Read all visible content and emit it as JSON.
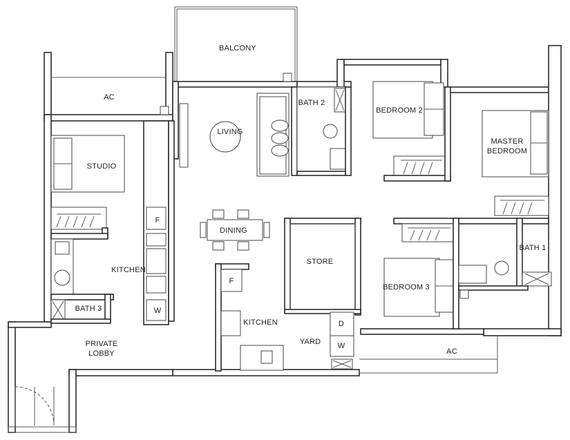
{
  "rooms": {
    "balcony": "BALCONY",
    "ac_top": "AC",
    "bath2": "BATH 2",
    "bedroom2": "BEDROOM 2",
    "master_line1": "MASTER",
    "master_line2": "BEDROOM",
    "living": "LIVING",
    "studio": "STUDIO",
    "dining": "DINING",
    "store": "STORE",
    "bedroom3": "BEDROOM 3",
    "bath1": "BATH 1",
    "kitchen_left": "KITCHEN",
    "bath3": "BATH 3",
    "kitchen_mid": "KITCHEN",
    "yard": "YARD",
    "ac_bottom": "AC",
    "lobby_line1": "PRIVATE",
    "lobby_line2": "LOBBY"
  },
  "appliances": {
    "fridge_left": "F",
    "washer_left": "W",
    "fridge_mid": "F",
    "dryer_yard": "D",
    "washer_yard": "W"
  }
}
